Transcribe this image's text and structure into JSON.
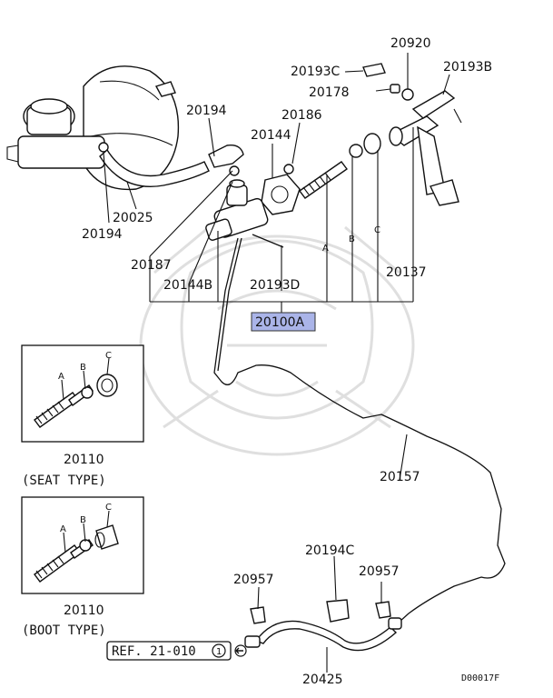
{
  "diagram": {
    "code": "D00017F",
    "main_assembly": "20100A",
    "labels": {
      "p20920": "20920",
      "p20193C": "20193C",
      "p20193B": "20193B",
      "p20178": "20178",
      "p20194_top": "20194",
      "p20186": "20186",
      "p20144": "20144",
      "p20025": "20025",
      "p20194_bottom": "20194",
      "p20187": "20187",
      "p20144B": "20144B",
      "p20193D": "20193D",
      "p20137": "20137",
      "tagA": "A",
      "tagB": "B",
      "tagC": "C",
      "p20157": "20157",
      "p20194C": "20194C",
      "p20957_left": "20957",
      "p20957_right": "20957",
      "p20425": "20425"
    },
    "insets": [
      {
        "part": "20110",
        "caption": "(SEAT TYPE)",
        "a": "A",
        "b": "B",
        "c": "C"
      },
      {
        "part": "20110",
        "caption": "(BOOT TYPE)",
        "a": "A",
        "b": "B",
        "c": "C"
      }
    ],
    "reference": {
      "text": "REF. 21-010",
      "circled": "1"
    }
  }
}
